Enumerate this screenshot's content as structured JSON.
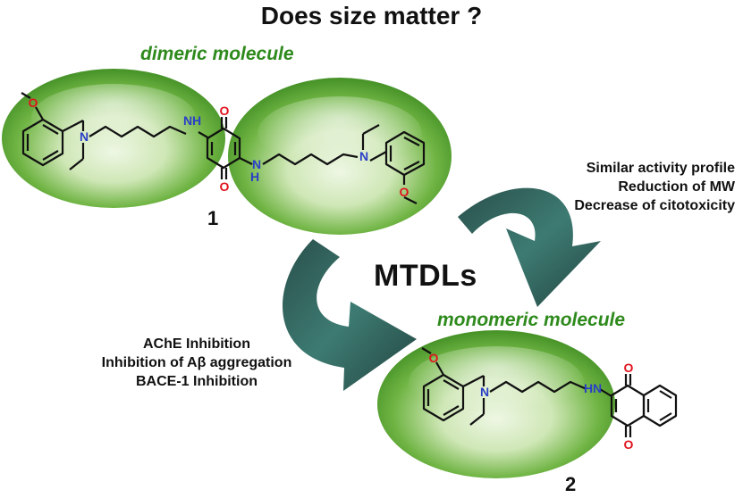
{
  "title": "Does size matter ?",
  "dimer": {
    "label": "dimeric molecule",
    "number": "1"
  },
  "monomer": {
    "label": "monomeric molecule",
    "number": "2"
  },
  "center_text": "MTDLs",
  "left_facts": [
    "AChE Inhibition",
    "Inhibition of Aβ aggregation",
    "BACE-1 Inhibition"
  ],
  "right_facts": [
    "Similar activity profile",
    "Reduction of MW",
    "Decrease of citotoxicity"
  ],
  "atoms": {
    "oxygen": "O",
    "nitrogen": "N",
    "amine": "H"
  },
  "colors": {
    "ellipse_green": "#3f9a1e",
    "label_green": "#2e8a1c",
    "arrow_teal": "#2e5f58",
    "oxygen_red": "#e0141e",
    "nitrogen_blue": "#2a3fc7"
  }
}
